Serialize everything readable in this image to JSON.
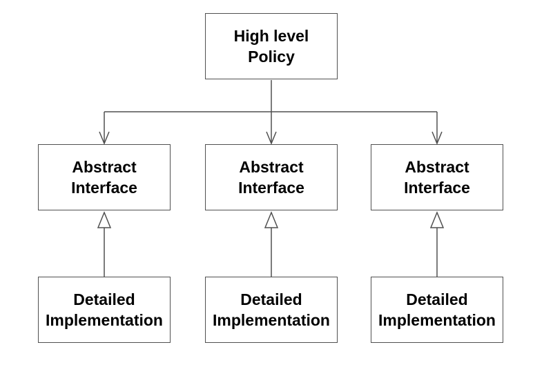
{
  "diagram": {
    "background_color": "#ffffff",
    "line_color": "#4f4f4f",
    "border_color": "#4f4f4f",
    "text_color": "#000000",
    "nodes": {
      "policy": {
        "label": "High level\nPolicy"
      },
      "interfaces": [
        {
          "label": "Abstract\nInterface"
        },
        {
          "label": "Abstract\nInterface"
        },
        {
          "label": "Abstract\nInterface"
        }
      ],
      "implementations": [
        {
          "label": "Detailed\nImplementation"
        },
        {
          "label": "Detailed\nImplementation"
        },
        {
          "label": "Detailed\nImplementation"
        }
      ]
    },
    "arrowheads": {
      "down_style": "open-chevron",
      "up_style": "hollow-triangle"
    }
  }
}
